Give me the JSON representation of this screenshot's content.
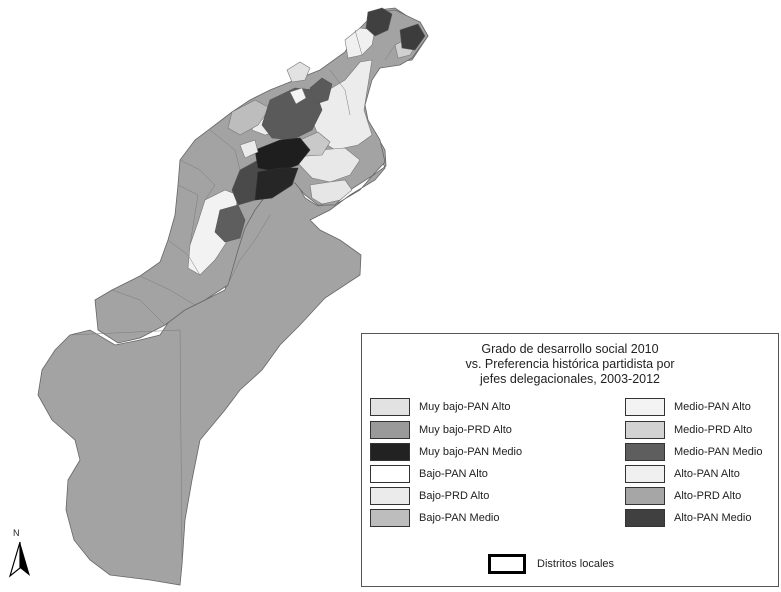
{
  "map": {
    "fills": {
      "base": "#a3a3a3",
      "dark": "#5a5a5a",
      "darker": "#3c3c3c",
      "darkest": "#1e1e1e",
      "light": "#e4e4e4",
      "lighter": "#f1f1f1",
      "mid": "#b9b9b9",
      "midlight": "#cfcfcf"
    }
  },
  "north_arrow": {
    "label": "N",
    "icon": "north-arrow-icon"
  },
  "legend": {
    "title_lines": [
      "Grado de desarrollo social 2010",
      "vs. Preferencia histórica partidista por",
      "jefes delegacionales, 2003-2012"
    ],
    "left_items": [
      {
        "label": "Muy bajo-PAN Alto",
        "color": "#e2e2e2"
      },
      {
        "label": "Muy bajo-PRD Alto",
        "color": "#9a9a9a"
      },
      {
        "label": "Muy bajo-PAN Medio",
        "color": "#222222"
      },
      {
        "label": "Bajo-PAN Alto",
        "color": "#ffffff"
      },
      {
        "label": "Bajo-PRD Alto",
        "color": "#ebebeb"
      },
      {
        "label": "Bajo-PAN Medio",
        "color": "#bdbdbd"
      }
    ],
    "right_items": [
      {
        "label": "Medio-PAN Alto",
        "color": "#f3f3f3"
      },
      {
        "label": "Medio-PRD Alto",
        "color": "#d2d2d2"
      },
      {
        "label": "Medio-PAN Medio",
        "color": "#5e5e5e"
      },
      {
        "label": "Alto-PAN Alto",
        "color": "#f0f0f0"
      },
      {
        "label": "Alto-PRD Alto",
        "color": "#a6a6a6"
      },
      {
        "label": "Alto-PAN Medio",
        "color": "#404040"
      }
    ],
    "district_label": "Distritos locales"
  }
}
